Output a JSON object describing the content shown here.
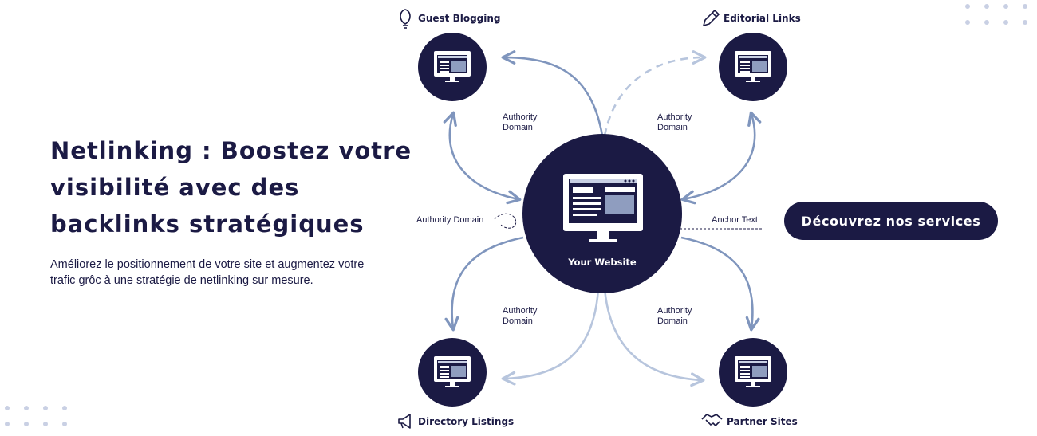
{
  "hero": {
    "headline_line1": "Netlinking : Boostez votre",
    "headline_line2": "visibilité avec des",
    "headline_line3": "backlinks stratégiques",
    "subline_line1": "Améliorez le positionnement de votre site et augmentez votre",
    "subline_line2": "trafic grôc à une stratégie de netlinking sur mesure.",
    "cta_label": "Découvrez nos services"
  },
  "diagram": {
    "center_label": "Your Website",
    "nodes": [
      {
        "label": "Guest Blogging",
        "icon": "lightbulb-icon"
      },
      {
        "label": "Editorial Links",
        "icon": "pencil-icon"
      },
      {
        "label": "Directory Listings",
        "icon": "megaphone-icon"
      },
      {
        "label": "Partner Sites",
        "icon": "handshake-icon"
      }
    ],
    "edge_labels": {
      "tl_line1": "Authority",
      "tl_line2": "Domain",
      "tr_line1": "Authority",
      "tr_line2": "Domain",
      "bl_line1": "Authority",
      "bl_line2": "Domain",
      "br_line1": "Authority",
      "br_line2": "Domain",
      "left": "Authority Domain",
      "right": "Anchor Text"
    }
  },
  "colors": {
    "navy": "#1b1a44",
    "arrow": "#7f95bd",
    "arrow_light": "#b7c5dd",
    "dots": "#c9d0e4"
  }
}
